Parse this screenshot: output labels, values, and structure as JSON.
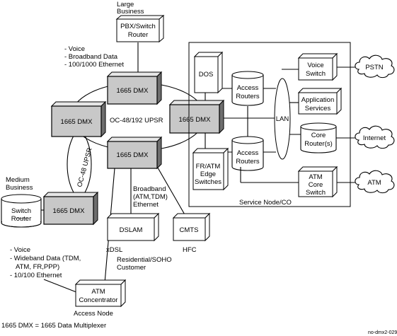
{
  "large_business": {
    "line1": "Large",
    "line2": "Business"
  },
  "pbx_router": {
    "line1": "PBX/Switch",
    "line2": "Router"
  },
  "services_top": {
    "l1": "- Voice",
    "l2": "- Broadband Data",
    "l3": "- 100/1000 Ethernet"
  },
  "dmx_label": "1665 DMX",
  "ring_main": "OC-48/192 UPSR",
  "ring_side": "OC-48 UPSR",
  "medium_business": {
    "line1": "Medium",
    "line2": "Business"
  },
  "switch_router": {
    "line1": "Switch",
    "line2": "Router"
  },
  "broadband": {
    "l1": "Broadband",
    "l2": "(ATM,TDM)",
    "l3": "Ethernet"
  },
  "dslam": "DSLAM",
  "cmts": "CMTS",
  "xdsl": "xDSL",
  "hfc": "HFC",
  "residential": {
    "l1": "Residential/SOHO",
    "l2": "Customer"
  },
  "services_bottom": {
    "l1": "- Voice",
    "l2": "- Wideband Data (TDM,",
    "l3": "ATM, FR,PPP)",
    "l4": "- 10/100 Ethernet"
  },
  "atm_concentrator": {
    "l1": "ATM",
    "l2": "Concentrator"
  },
  "access_node": "Access Node",
  "legend": "1665 DMX = 1665 Data Multiplexer",
  "fig_id": "no-dmx2-029",
  "service_node": {
    "caption": "Service Node/CO",
    "dos": "DOS",
    "access_routers_top": {
      "l1": "Access",
      "l2": "Routers"
    },
    "access_routers_bottom": {
      "l1": "Access",
      "l2": "Routers"
    },
    "fr_atm": {
      "l1": "FR/ATM",
      "l2": "Edge",
      "l3": "Switches"
    },
    "lan": "LAN",
    "voice_switch": {
      "l1": "Voice",
      "l2": "Switch"
    },
    "app_services": {
      "l1": "Application",
      "l2": "Services"
    },
    "core_router": {
      "l1": "Core",
      "l2": "Router(s)"
    },
    "atm_core": {
      "l1": "ATM",
      "l2": "Core",
      "l3": "Switch"
    }
  },
  "clouds": {
    "pstn": "PSTN",
    "internet": "Internet",
    "atm": "ATM"
  }
}
